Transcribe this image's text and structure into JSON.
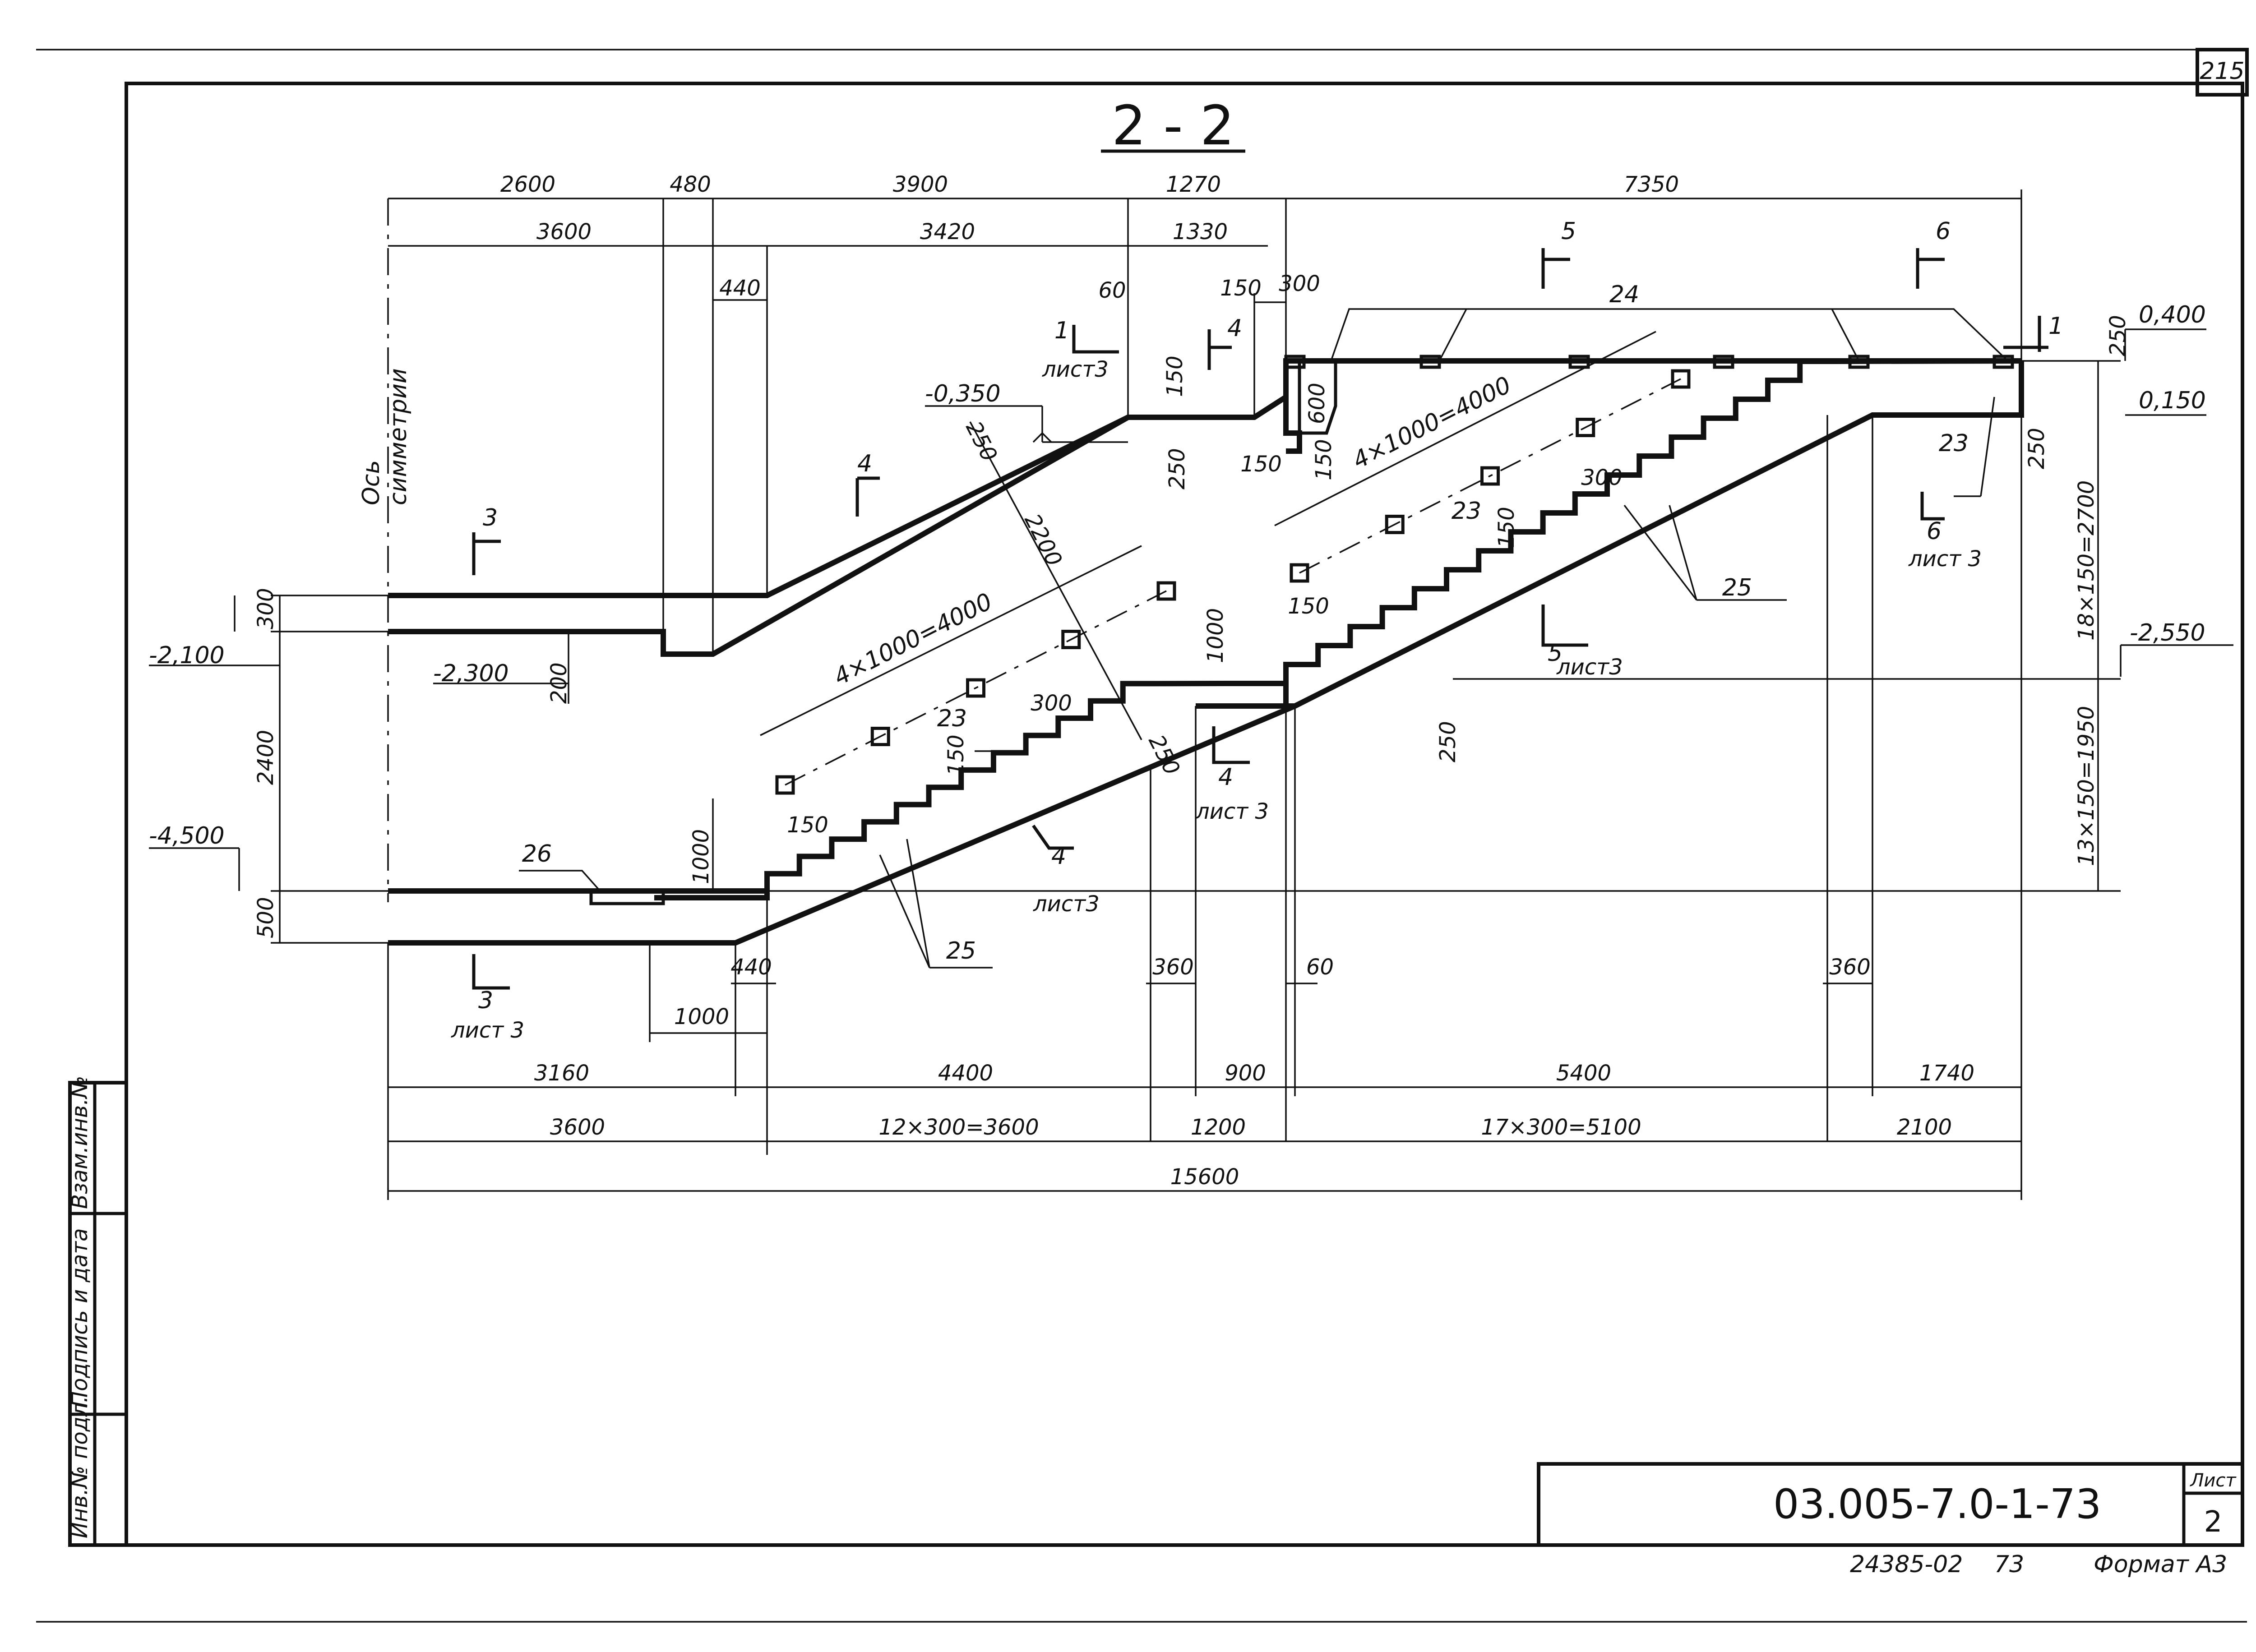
{
  "page_number": "215",
  "title": "2 - 2",
  "axis_label": [
    "Ось",
    "симметрии"
  ],
  "top_dims_row1": [
    "2600",
    "480",
    "3900",
    "1270",
    "7350"
  ],
  "top_dims_row2": [
    "3600",
    "3420",
    "1330"
  ],
  "small_dims": {
    "d440_top": "440",
    "d60": "60",
    "d150_top": "150",
    "d300_top": "300",
    "d150_l": "150",
    "d600": "600",
    "d250_l": "250",
    "d150_b": "150",
    "d150_b2": "150",
    "d250_diag": "250",
    "d2200": "2200",
    "d250_mid": "250",
    "d1000_l": "1000",
    "d150_step_l": "150",
    "d300_step_l": "300",
    "d150_bottom": "150",
    "d1000_m": "1000",
    "d150_m": "150",
    "d150_step_r": "150",
    "d300_step_r": "300",
    "d250_r": "250",
    "d250_rr": "250",
    "d250_land": "250",
    "d200": "200",
    "d300_left": "300",
    "d2400": "2400",
    "d500": "500",
    "d440_bot": "440",
    "d1000_bot": "1000",
    "d360_l": "360",
    "d60_bot": "60",
    "d360_r": "360"
  },
  "levels": {
    "l_0350": "-0,350",
    "l_2100": "-2,100",
    "l_2300": "-2,300",
    "l_4500": "-4,500",
    "l_0400": "0,400",
    "l_0150": "0,150",
    "l_2550": "-2,550"
  },
  "right_dims": [
    "18×150=2700",
    "13×150=1950"
  ],
  "anchor_dims": [
    "4×1000=4000",
    "4×1000=4000"
  ],
  "positions": {
    "p24": "24",
    "p23_a": "23",
    "p23_b": "23",
    "p23_c": "23",
    "p25_a": "25",
    "p25_b": "25",
    "p26": "26"
  },
  "section_marks": {
    "s1a": "1",
    "s1a_sheet": "лист3",
    "s4a": "4",
    "s5a": "5",
    "s6a": "6",
    "s1b": "1",
    "s4b": "4",
    "s3a": "3",
    "s6b": "6",
    "s6b_sheet": "лист 3",
    "s5b": "5",
    "s5b_sheet": "лист3",
    "s4c": "4",
    "s4c_sheet": "лист 3",
    "s4d": "4",
    "s4d_sheet": "лист3",
    "s3b": "3",
    "s3b_sheet": "лист 3"
  },
  "bottom_dims_row1": [
    "3160",
    "4400",
    "900",
    "5400",
    "1740"
  ],
  "bottom_dims_row2": [
    "3600",
    "12×300=3600",
    "1200",
    "17×300=5100",
    "2100"
  ],
  "bottom_total": "15600",
  "side_stamp": [
    "Инв.№ подл.",
    "Подпись и дата",
    "Взам.инв.№"
  ],
  "title_block": {
    "doc_code": "03.005-7.0-1-73",
    "sheet_label": "Лист",
    "sheet_no": "2"
  },
  "footer": {
    "order_no": "24385-02",
    "order_no2": "73",
    "format": "Формат А3"
  }
}
